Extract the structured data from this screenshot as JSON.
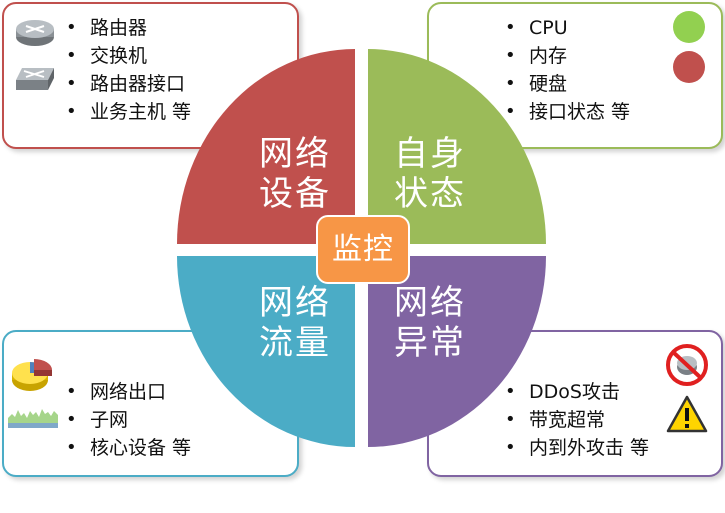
{
  "center": "监控",
  "quadrants": {
    "network_devices": {
      "label": "网络设备",
      "color": "#c0504d",
      "items": [
        "路由器",
        "交换机",
        "路由器接口",
        "业务主机 等"
      ]
    },
    "self_status": {
      "label": "自身状态",
      "color": "#9bbb59",
      "items": [
        "CPU",
        "内存",
        "硬盘",
        "接口状态 等"
      ]
    },
    "network_traffic": {
      "label": "网络流量",
      "color": "#4bacc6",
      "items": [
        "网络出口",
        "子网",
        "核心设备 等"
      ]
    },
    "network_anomaly": {
      "label": "网络异常",
      "color": "#8064a2",
      "items": [
        "DDoS攻击",
        "带宽超常",
        "内到外攻击 等"
      ]
    }
  },
  "status_colors": {
    "ok": "#92d050",
    "error": "#c0504d"
  },
  "icons": [
    "router-icon",
    "switch-icon",
    "green-status-icon",
    "red-status-icon",
    "pie-chart-icon",
    "traffic-graph-icon",
    "no-entry-icon",
    "warning-icon"
  ]
}
